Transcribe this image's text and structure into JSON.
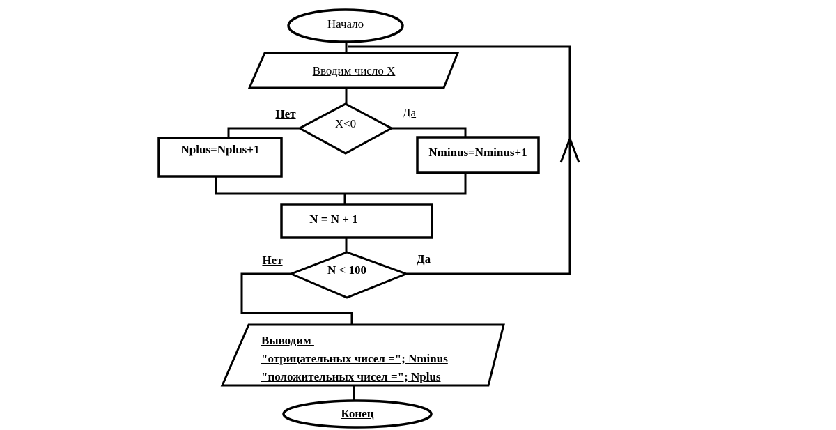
{
  "diagram": {
    "type": "flowchart",
    "colors": {
      "stroke": "#000000",
      "background": "#ffffff",
      "text": "#000000"
    },
    "nodes": {
      "start": {
        "shape": "terminator",
        "label": "Начало"
      },
      "input": {
        "shape": "parallelogram",
        "label": "Вводим число X"
      },
      "decision_x": {
        "shape": "diamond",
        "label": "X<0",
        "no_label": "Нет",
        "yes_label": "Да"
      },
      "process_nplus": {
        "shape": "rectangle",
        "label": "Nplus=Nplus+1"
      },
      "process_nminus": {
        "shape": "rectangle",
        "label": "Nminus=Nminus+1"
      },
      "process_counter": {
        "shape": "rectangle",
        "label": "N = N + 1"
      },
      "decision_n": {
        "shape": "diamond",
        "label": "N < 100",
        "no_label": "Нет",
        "yes_label": "Да"
      },
      "output": {
        "shape": "parallelogram",
        "line1": "Выводим ",
        "line2": "\"отрицательных чисел =\"; Nminus",
        "line3": "\"положительных чисел =\"; Nplus"
      },
      "end": {
        "shape": "terminator",
        "label": "Конец"
      }
    }
  }
}
